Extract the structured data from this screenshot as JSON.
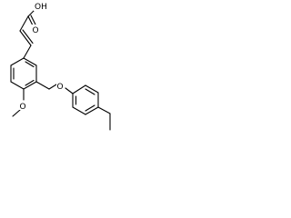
{
  "structure": {
    "labels": {
      "hydroxyl": "OH",
      "carbonyl_oxygen": "O",
      "ether_oxygen": "O",
      "methoxy": "O"
    },
    "colors": {
      "bond": "#000000",
      "label": "#000000",
      "background": "#ffffff"
    }
  }
}
